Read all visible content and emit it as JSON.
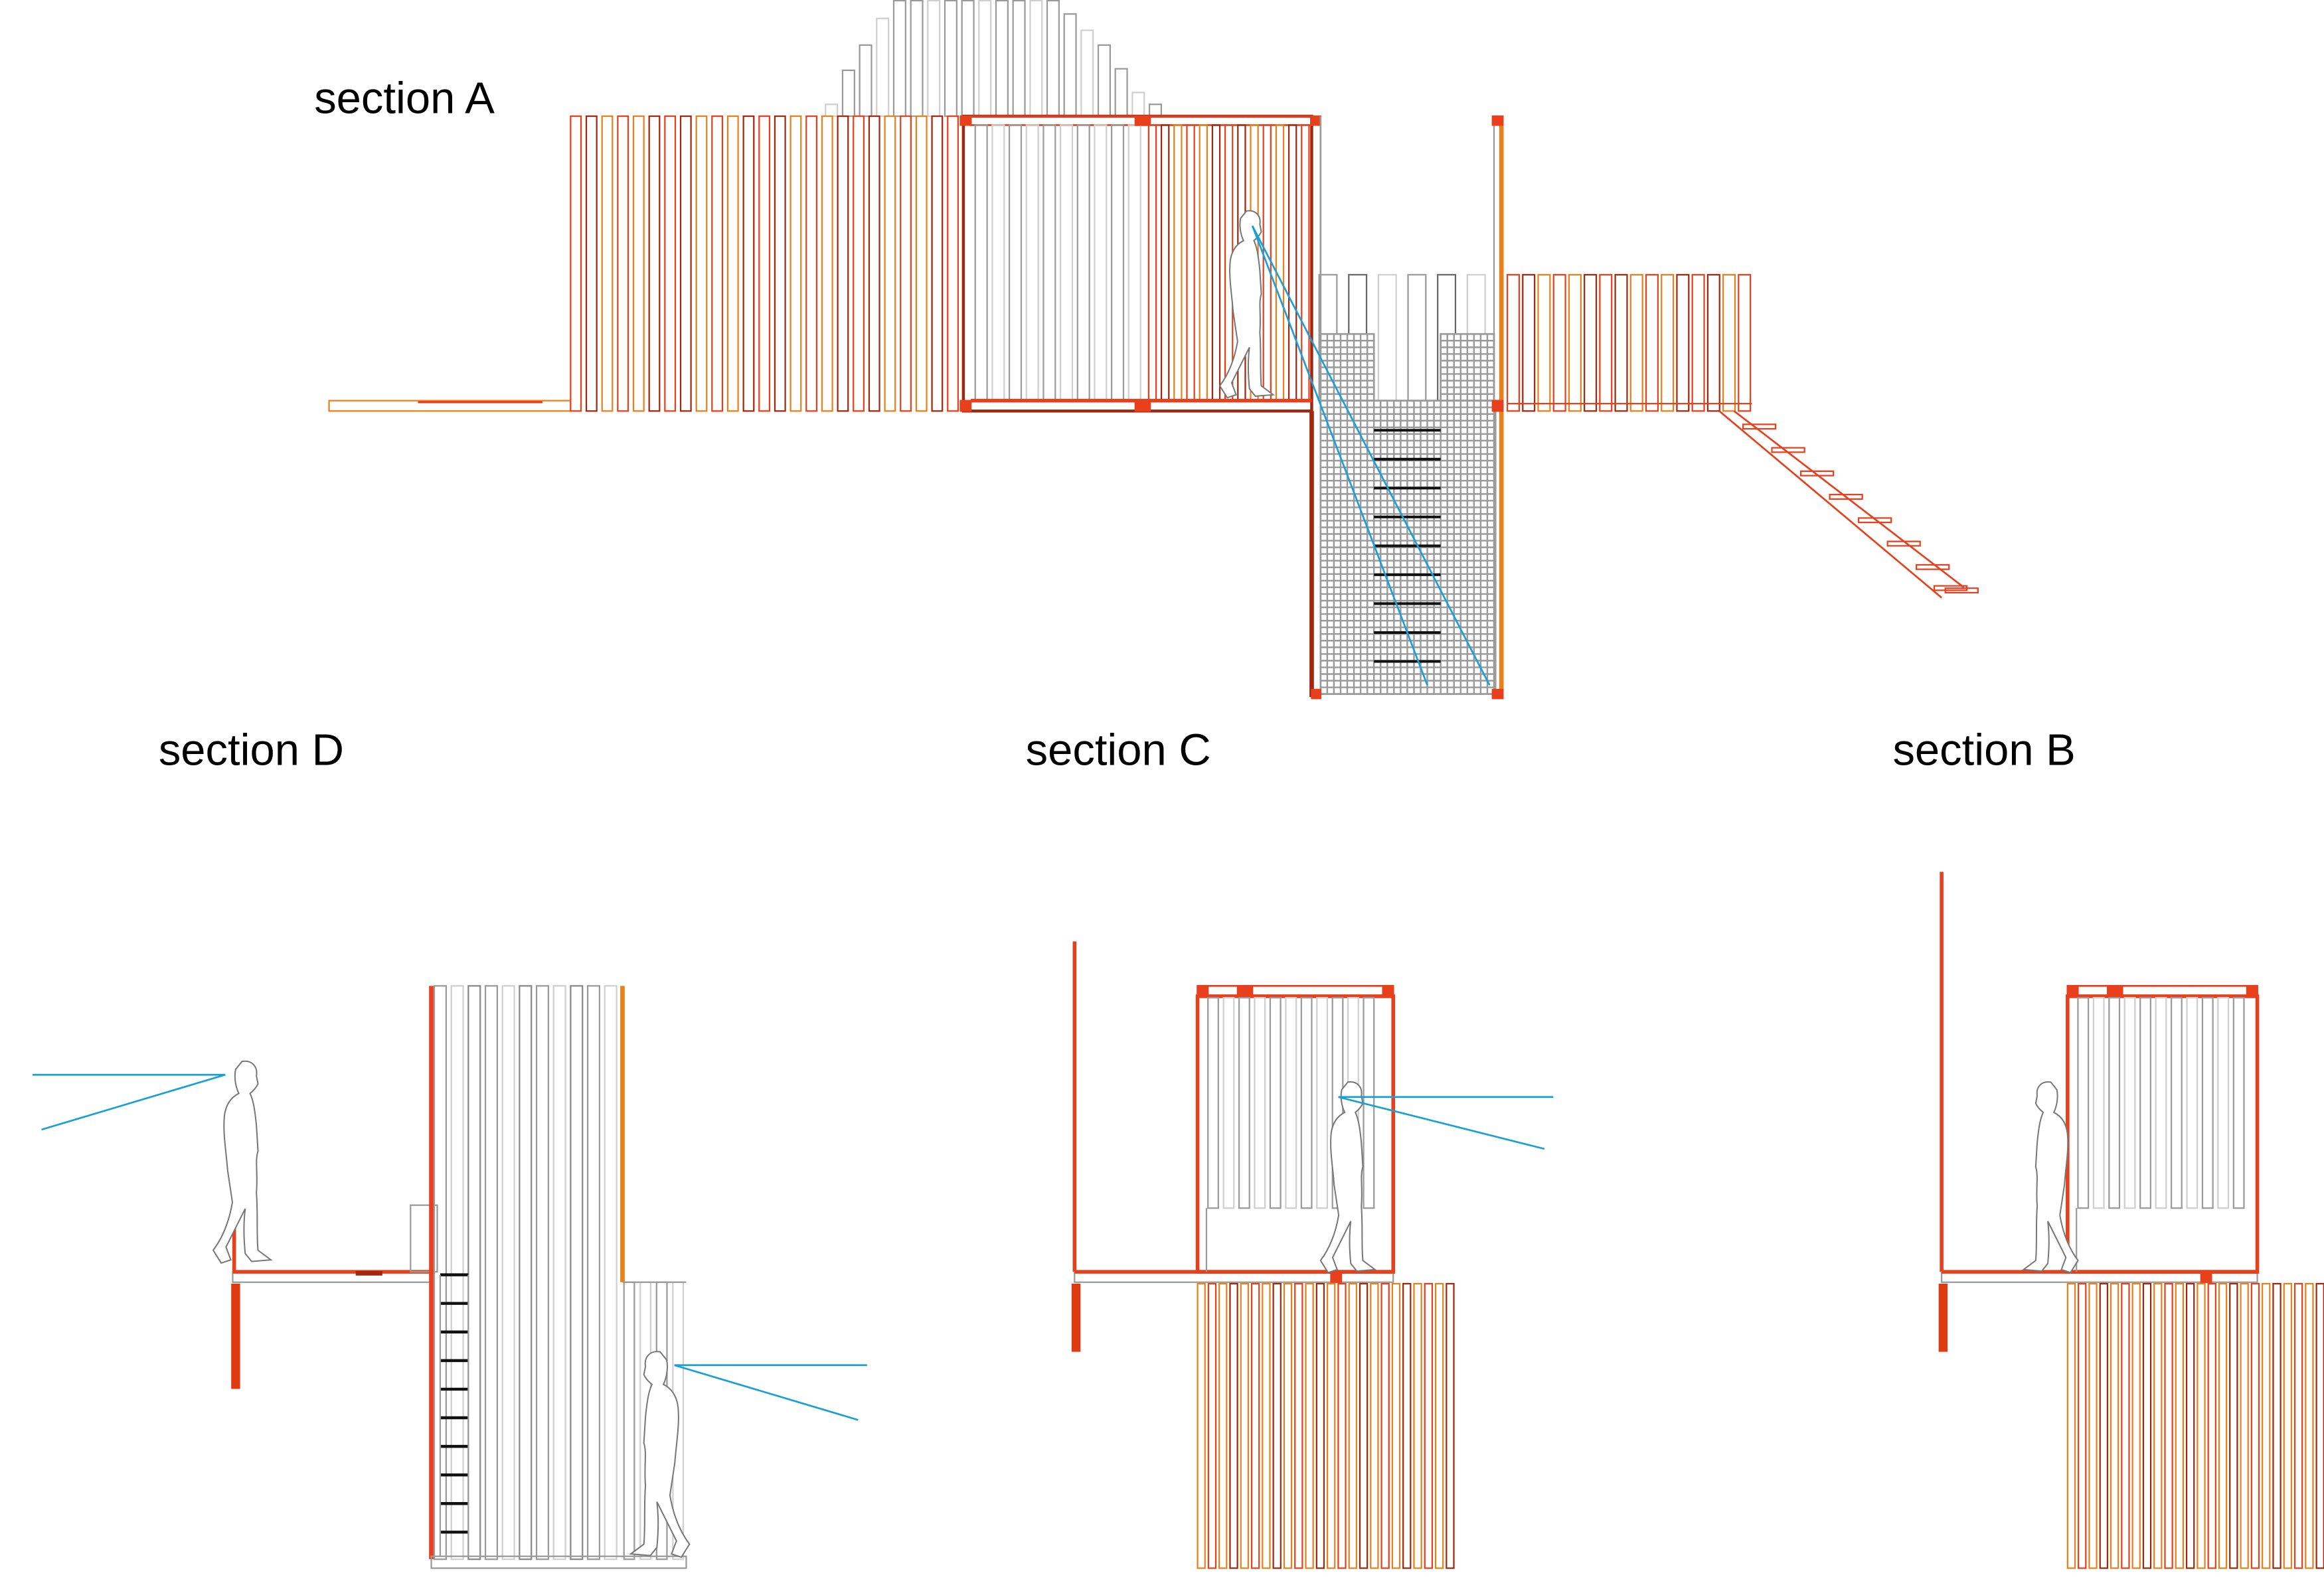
{
  "drawing": {
    "sections": [
      {
        "id": "A",
        "label": "section A"
      },
      {
        "id": "D",
        "label": "section D"
      },
      {
        "id": "C",
        "label": "section C"
      },
      {
        "id": "B",
        "label": "section B"
      }
    ]
  },
  "colors": {
    "red": "#e8401c",
    "dark_red": "#a0280e",
    "orange": "#e8801c",
    "grey": "#9a9a9a",
    "light_grey": "#cfcfcf",
    "sight_line": "#1aa0d8",
    "black": "#111111"
  }
}
